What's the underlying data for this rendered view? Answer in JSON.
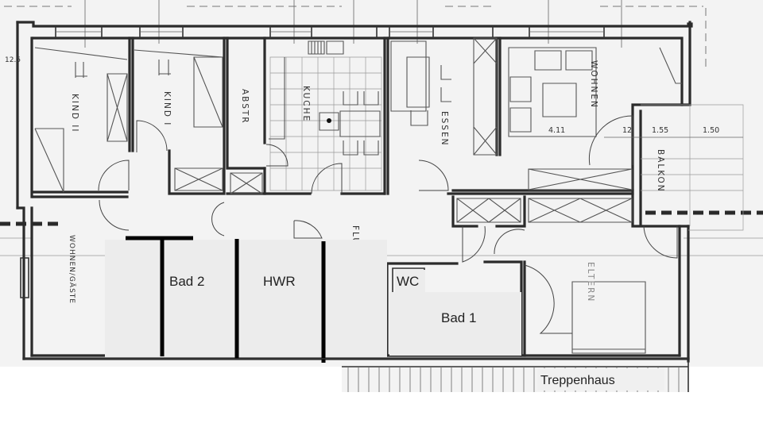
{
  "plan": {
    "title": "Apartment floor plan",
    "original_rooms": {
      "kind2": "KIND II",
      "kind1": "KIND I",
      "abstr": "ABSTR",
      "kueche": "KUCHE",
      "essen": "ESSEN",
      "wohnen": "WOHNEN",
      "balkon": "BALKON",
      "flur": "FLUR",
      "wohnen_gaeste": "WOHNEN/GÄSTE",
      "eltern": "ELTERN"
    },
    "dimensions": {
      "wall_left": "12.5",
      "wohnen_width": "4.11",
      "balkon_wall": "12",
      "balkon_1": "1.55",
      "balkon_2": "1.50"
    },
    "overlay_rooms": {
      "bad2": "Bad 2",
      "hwr": "HWR",
      "wc": "WC",
      "bad1": "Bad 1",
      "treppenhaus": "Treppenhaus"
    },
    "colors": {
      "paper": "#f3f3f3",
      "overlay_fill": "#ececec",
      "wall": "#2b2b2b",
      "new_wall": "#000000"
    }
  }
}
